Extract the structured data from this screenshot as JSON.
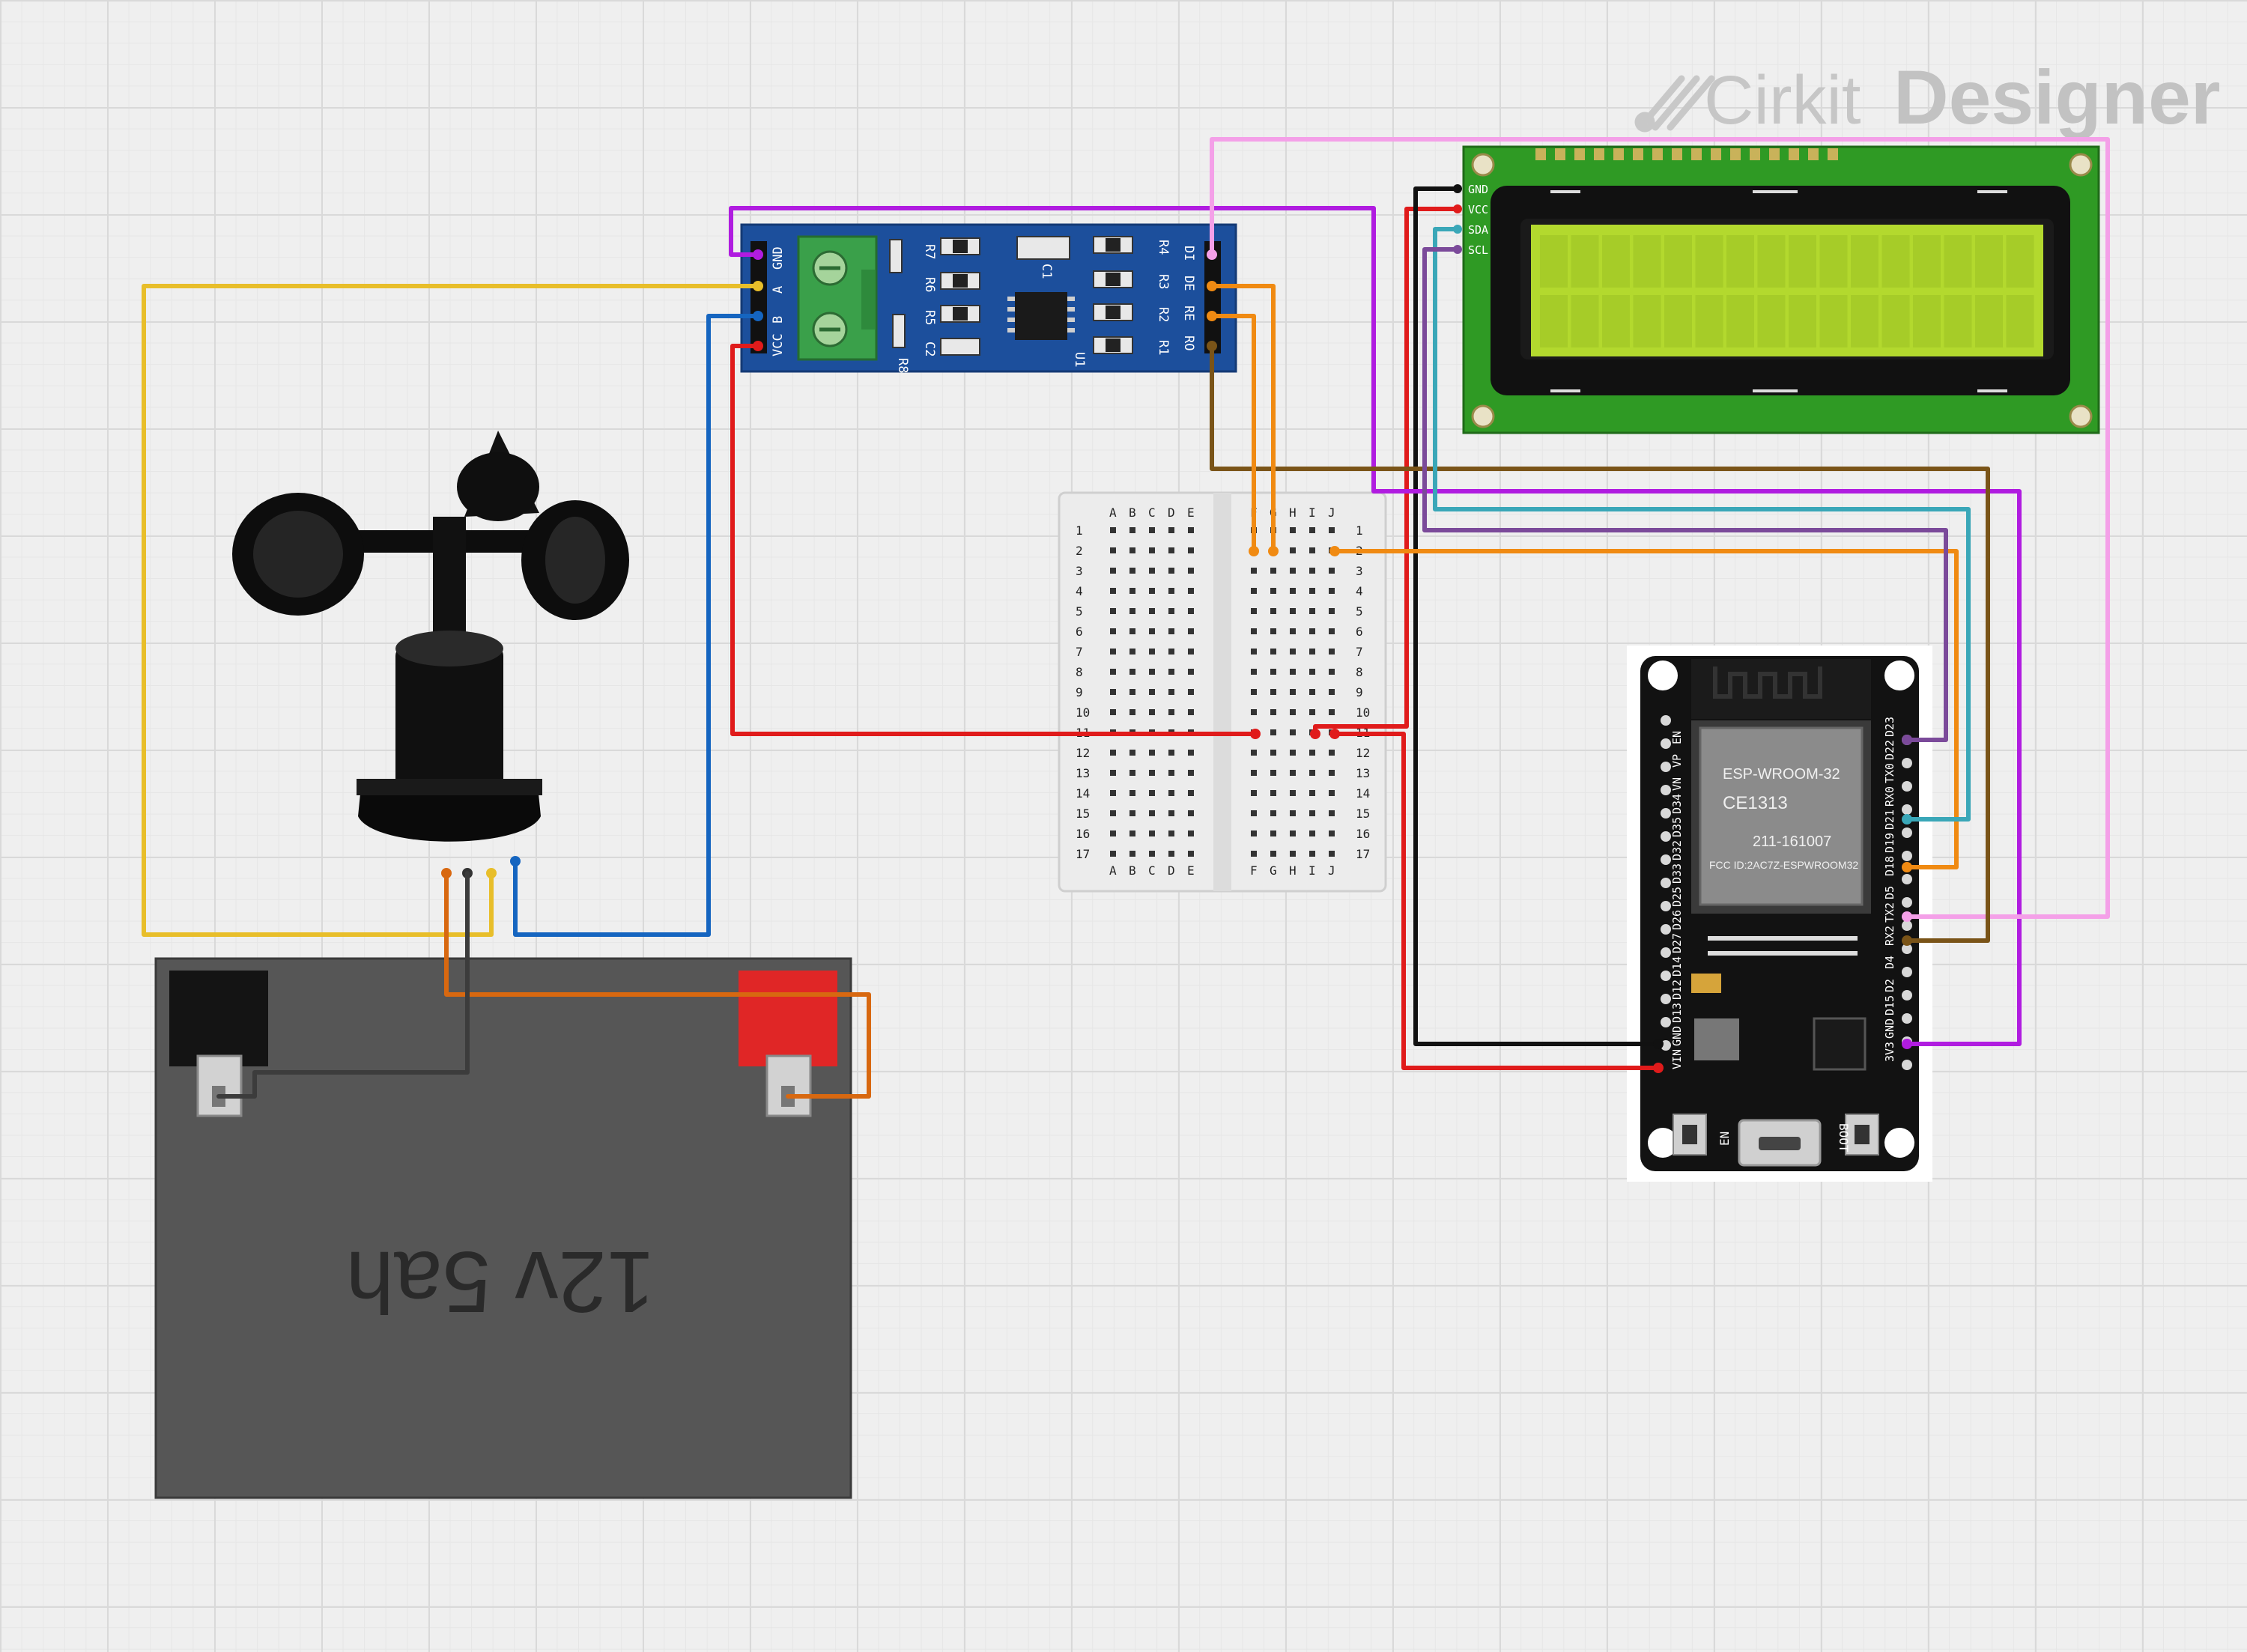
{
  "brand": {
    "name_part1": "Cirkit",
    "name_part2": "Designer",
    "icon": "cirkit-logo-icon"
  },
  "battery": {
    "label": "12v 5ah"
  },
  "rs485": {
    "left_pins": [
      "GND",
      "A",
      "B",
      "VCC"
    ],
    "right_pins": [
      "DI",
      "DE",
      "RE",
      "RO"
    ],
    "components": [
      "R7",
      "R6",
      "R5",
      "C2",
      "R8",
      "C1",
      "U1",
      "R4",
      "R3",
      "R2",
      "R1"
    ]
  },
  "lcd": {
    "pins": [
      "GND",
      "VCC",
      "SDA",
      "SCL"
    ]
  },
  "breadboard": {
    "cols_left": [
      "A",
      "B",
      "C",
      "D",
      "E"
    ],
    "cols_right": [
      "F",
      "G",
      "H",
      "I",
      "J"
    ],
    "rows": [
      "1",
      "2",
      "3",
      "4",
      "5",
      "6",
      "7",
      "8",
      "9",
      "10",
      "11",
      "12",
      "13",
      "14",
      "15",
      "16",
      "17"
    ]
  },
  "esp32": {
    "module_text": [
      "ESP-WROOM-32",
      "CE1313",
      "211-161007",
      "FCC ID:2AC7Z-ESPWROOM32"
    ],
    "left_pins": [
      "EN",
      "VP",
      "VN",
      "D34",
      "D35",
      "D32",
      "D33",
      "D25",
      "D26",
      "D27",
      "D14",
      "D12",
      "D13",
      "GND",
      "VIN"
    ],
    "right_pins": [
      "D23",
      "D22",
      "TX0",
      "RX0",
      "D21",
      "D19",
      "D18",
      "D5",
      "TX2",
      "RX2",
      "D4",
      "D2",
      "D15",
      "GND",
      "3V3"
    ],
    "buttons": [
      "EN",
      "BOOT"
    ]
  },
  "colors": {
    "yellow": "#e8be2a",
    "blue": "#1565c0",
    "red": "#e01b1b",
    "purple": "#b01ce0",
    "orange": "#f08a12",
    "brown": "#7a5418",
    "black": "#111111",
    "pink": "#f4a0e8",
    "teal": "#3aa7b8",
    "violet": "#7b4a9a",
    "darkorange": "#d86810",
    "gray": "#3c3c3c"
  }
}
